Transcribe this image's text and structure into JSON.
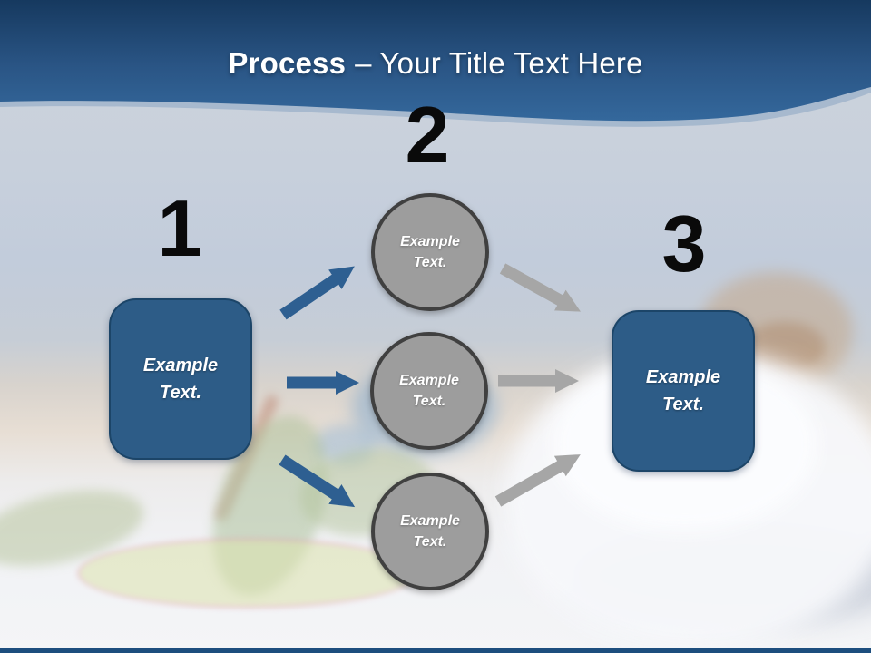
{
  "slide": {
    "title": {
      "bold": "Process",
      "rest": "– Your Title Text Here"
    },
    "steps": [
      {
        "number": "1",
        "line1": "Example",
        "line2": "Text."
      },
      {
        "number": "2",
        "line1": "Example",
        "line2": "Text."
      },
      {
        "number": "3",
        "line1": "Example",
        "line2": "Text."
      }
    ],
    "circles": [
      {
        "line1": "Example",
        "line2": "Text."
      },
      {
        "line1": "Example",
        "line2": "Text."
      },
      {
        "line1": "Example",
        "line2": "Text."
      }
    ],
    "colors": {
      "header_top": "#16395f",
      "header_bottom": "#34689c",
      "box_fill": "#2d5c87",
      "box_border": "#1c4568",
      "circle_fill": "#9d9d9d",
      "circle_border": "#404040",
      "arrow_blue": "#2e5f91",
      "arrow_gray": "#a6a6a6",
      "number_color": "#0a0a0a",
      "title_color": "#ffffff",
      "bottom_strip": "#1d4e7e"
    }
  }
}
